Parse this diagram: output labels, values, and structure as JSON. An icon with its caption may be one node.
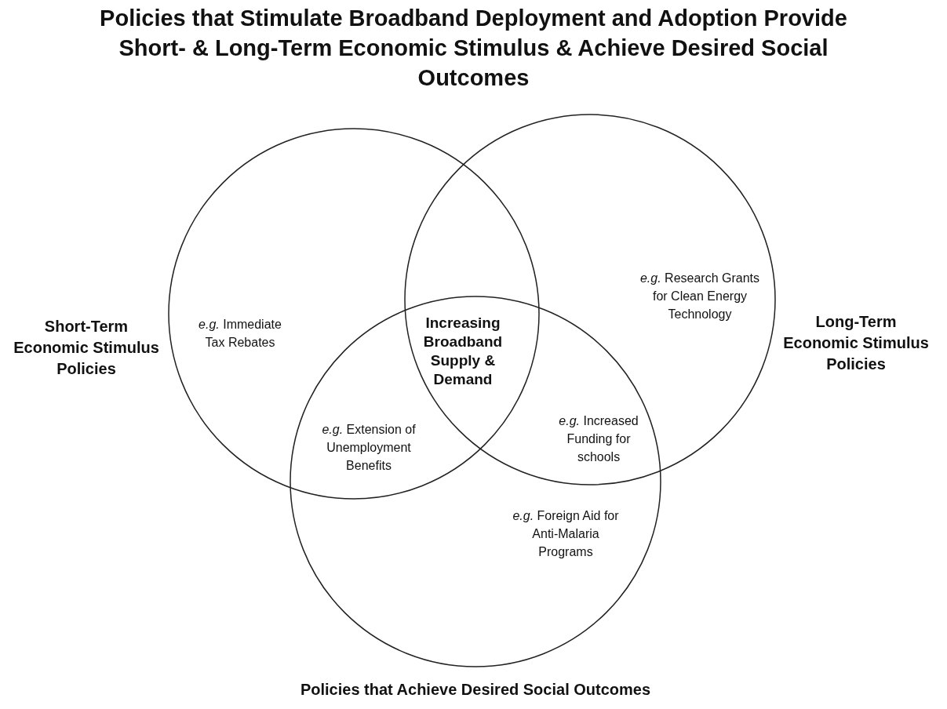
{
  "diagram": {
    "title": "Policies that Stimulate Broadband Deployment and Adoption Provide Short- & Long-Term Economic Stimulus & Achieve Desired Social Outcomes",
    "nodes": [
      {
        "text": [
          "Short-Term Economic Stimulus Policies"
        ]
      },
      {
        "text": [
          "Long-Term Economic Stimulus Policies"
        ]
      },
      {
        "text": [
          "Policies that Achieve Desired Social Outcomes"
        ]
      }
    ],
    "labels": [
      "*e.g.* Research Grants for Clean Energy Technology",
      "*e.g.* Immediate Tax Rebates",
      "**Increasing Broadband Supply & Demand**",
      "*e.g.* Extension of Unemployment Benefits",
      "*e.g.* Increased Funding for schools",
      "*e.g.* Foreign Aid for Anti-Malaria Programs"
    ]
  }
}
